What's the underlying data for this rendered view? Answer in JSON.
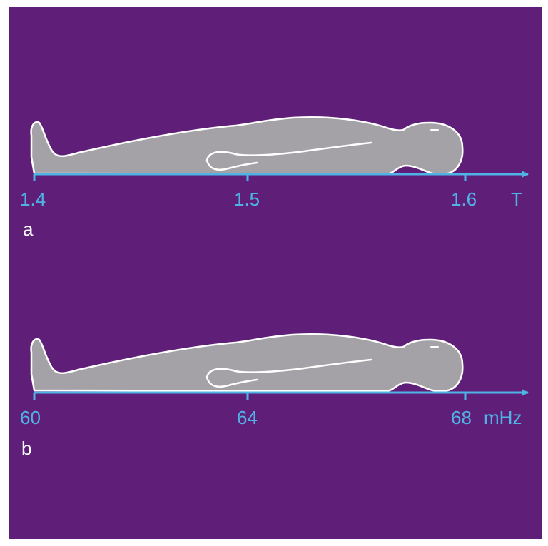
{
  "colors": {
    "background": "#5f1f78",
    "body_fill": "#a4a2a7",
    "outline": "#ffffff",
    "axis": "#4fb3e6",
    "label": "#4fb3e6"
  },
  "panels": [
    {
      "label": "a",
      "axis_ticks": [
        "1.4",
        "1.5",
        "1.6"
      ],
      "axis_unit": "T"
    },
    {
      "label": "b",
      "axis_ticks": [
        "60",
        "64",
        "68"
      ],
      "axis_unit": "mHz"
    }
  ]
}
